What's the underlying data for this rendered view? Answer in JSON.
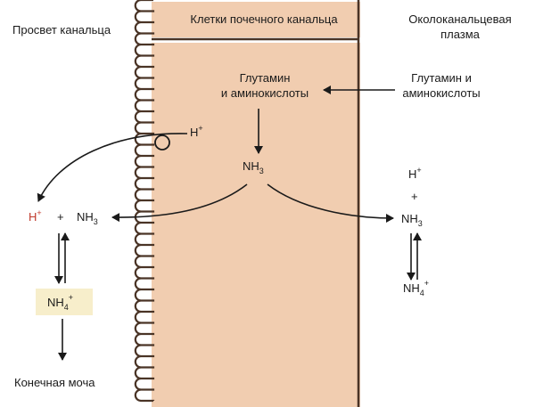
{
  "labels": {
    "lumen": "Просвет канальца",
    "cells": "Клетки почечного канальца",
    "plasma_line1": "Околоканальцевая",
    "plasma_line2": "плазма",
    "glutamine_cell_line1": "Глутамин",
    "glutamine_cell_line2": "и аминокислоты",
    "glutamine_plasma_line1": "Глутамин и",
    "glutamine_plasma_line2": "аминокислоты",
    "final_urine": "Конечная моча"
  },
  "chem": {
    "h": "H",
    "plus_sup": "+",
    "plus": "+",
    "nh": "NH",
    "three": "3",
    "four": "4"
  },
  "colors": {
    "cell_fill": "#f1cdb0",
    "cell_border": "#4a3426",
    "h_red": "#c0392b",
    "nh4_box": "#f7eecb",
    "arrow": "#1a1a1a"
  }
}
